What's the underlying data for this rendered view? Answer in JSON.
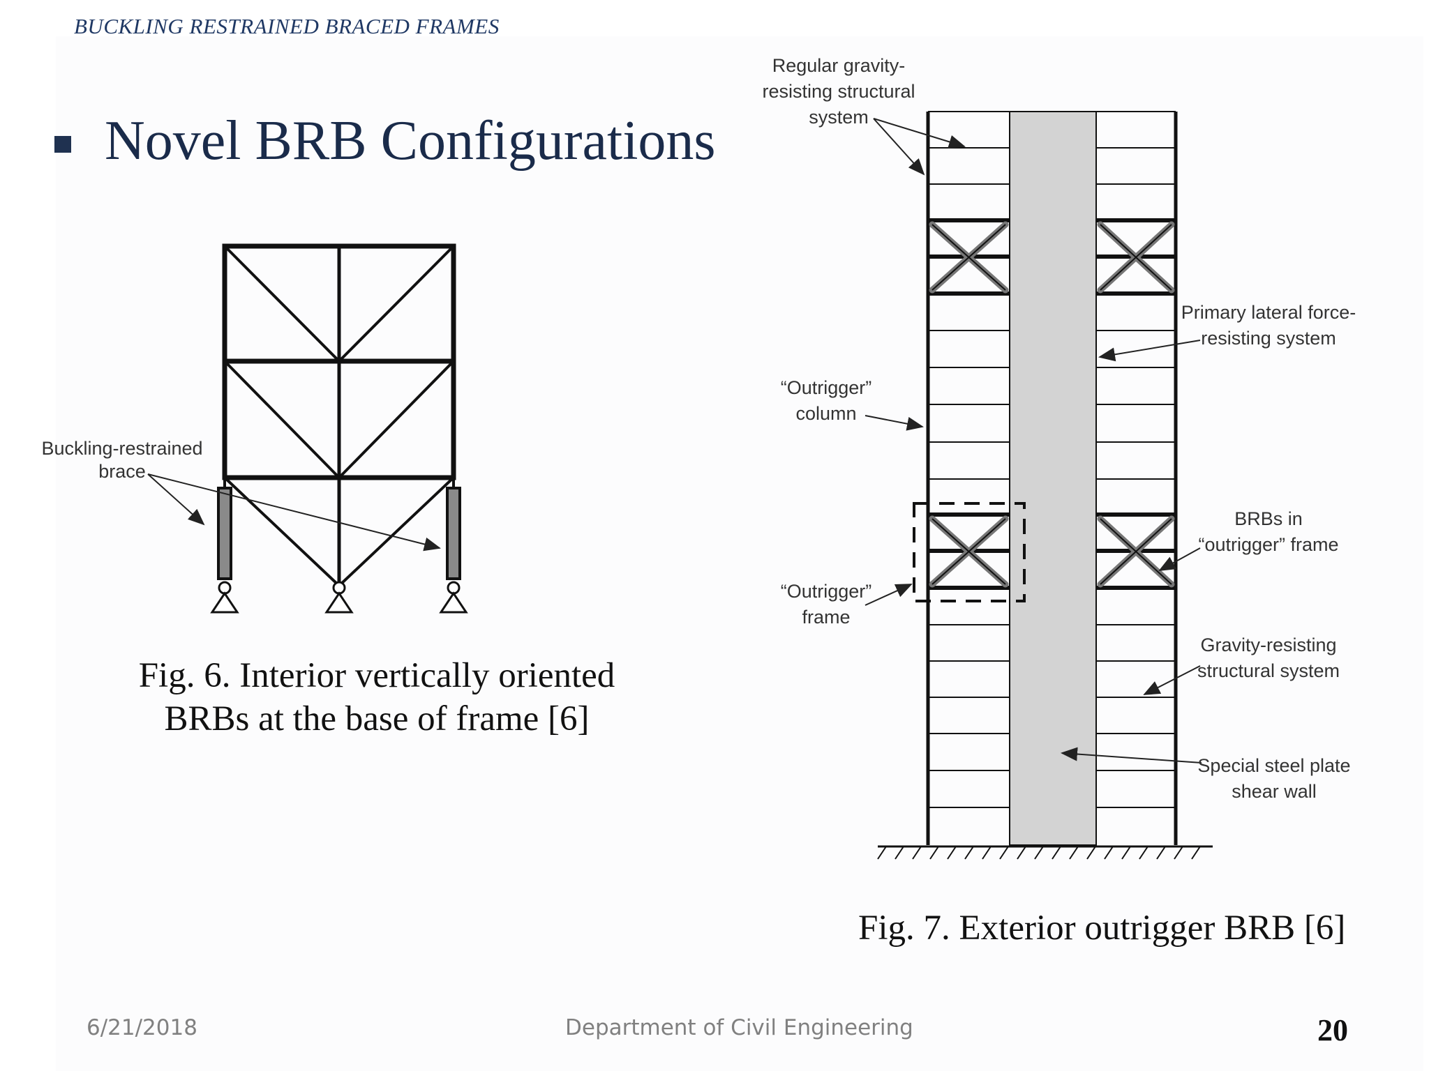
{
  "header": {
    "title": "BUCKLING RESTRAINED BRACED FRAMES"
  },
  "main": {
    "bullet_title": "Novel BRB Configurations"
  },
  "fig6": {
    "label_line1": "Buckling-restrained",
    "label_line2": "brace",
    "caption_line1": "Fig. 6. Interior vertically oriented",
    "caption_line2": "BRBs at  the base of frame [6]"
  },
  "fig7": {
    "labels": {
      "gravity_l1": "Regular gravity-",
      "gravity_l2": "resisting structural",
      "gravity_l3": "system",
      "primary_l1": "Primary lateral force-",
      "primary_l2": "resisting system",
      "outcol_l1": "“Outrigger”",
      "outcol_l2": "column",
      "brbs_l1": "BRBs in",
      "brbs_l2": "“outrigger” frame",
      "outframe_l1": "“Outrigger”",
      "outframe_l2": "frame",
      "gravres_l1": "Gravity-resisting",
      "gravres_l2": "structural system",
      "ssp_l1": "Special steel plate",
      "ssp_l2": "shear wall"
    },
    "caption": "Fig. 7. Exterior outrigger BRB [6]"
  },
  "footer": {
    "date": "6/21/2018",
    "department": "Department of Civil Engineering",
    "page": "20"
  },
  "colors": {
    "title": "#1a2b4a",
    "header": "#1f3864",
    "shear_wall": "#d3d3d3",
    "brace_fill": "#8a8a8a"
  }
}
